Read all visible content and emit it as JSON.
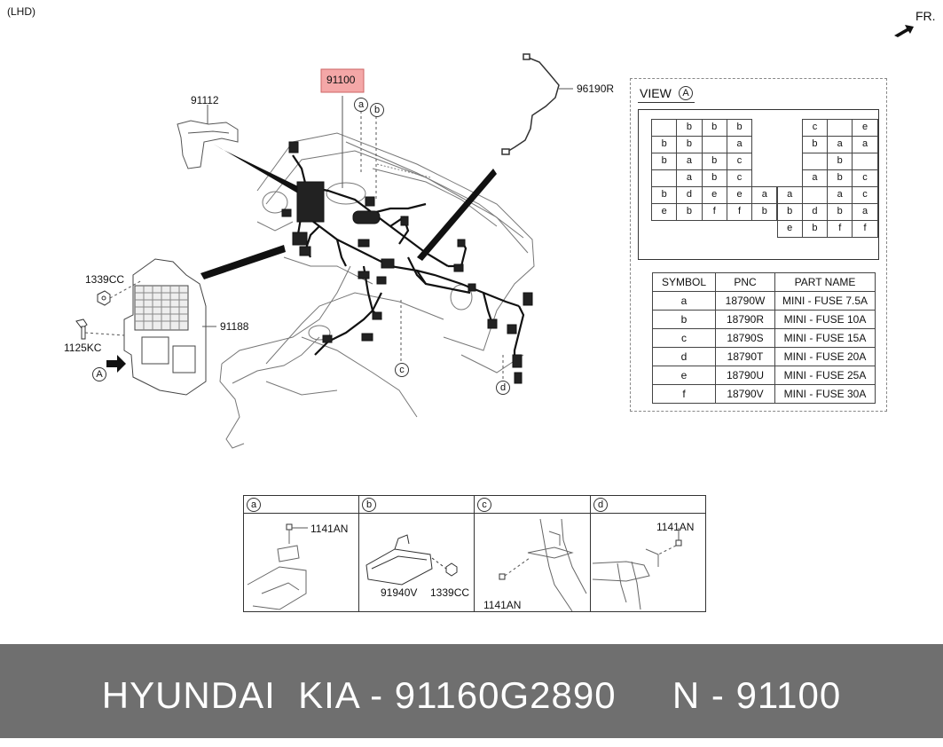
{
  "header": {
    "variant": "(LHD)",
    "front": "FR."
  },
  "labels": {
    "main_part": "91100",
    "bracket": "91112",
    "antenna": "96190R",
    "nut_top": "1339CC",
    "bolt": "1125KC",
    "junction_block": "91188",
    "view_marker": "A",
    "callout_a": "a",
    "callout_b": "b",
    "callout_c": "c",
    "callout_d": "d"
  },
  "view": {
    "title": "VIEW",
    "marker": "A",
    "fuse_grid": [
      [
        "",
        "b",
        "b",
        "b",
        "",
        "",
        "c",
        "",
        "e"
      ],
      [
        "b",
        "b",
        "",
        "a",
        "",
        "",
        "b",
        "a",
        "a"
      ],
      [
        "b",
        "a",
        "b",
        "c",
        "",
        "",
        "",
        "b",
        ""
      ],
      [
        "",
        "a",
        "b",
        "c",
        "",
        "",
        "a",
        "b",
        "c"
      ],
      [
        "b",
        "d",
        "e",
        "e",
        "a",
        "a",
        "",
        "a",
        "c"
      ],
      [
        "e",
        "b",
        "f",
        "f",
        "b",
        "b",
        "d",
        "b",
        "a"
      ],
      [
        "",
        "",
        "",
        "",
        "",
        "e",
        "b",
        "f",
        "f"
      ]
    ],
    "legend": {
      "headers": [
        "SYMBOL",
        "PNC",
        "PART NAME"
      ],
      "rows": [
        [
          "a",
          "18790W",
          "MINI - FUSE 7.5A"
        ],
        [
          "b",
          "18790R",
          "MINI - FUSE 10A"
        ],
        [
          "c",
          "18790S",
          "MINI - FUSE 15A"
        ],
        [
          "d",
          "18790T",
          "MINI - FUSE 20A"
        ],
        [
          "e",
          "18790U",
          "MINI - FUSE 25A"
        ],
        [
          "f",
          "18790V",
          "MINI - FUSE 30A"
        ]
      ]
    }
  },
  "details": [
    {
      "key": "a",
      "parts": [
        "1141AN"
      ]
    },
    {
      "key": "b",
      "parts": [
        "91940V",
        "1339CC"
      ]
    },
    {
      "key": "c",
      "parts": [
        "1141AN"
      ]
    },
    {
      "key": "d",
      "parts": [
        "1141AN"
      ]
    }
  ],
  "footer": {
    "text": "HYUNDAI  KIA - 91160G2890     N - 91100"
  },
  "colors": {
    "highlight": "#f4a7a7",
    "footer_bg": "#6f6f6f",
    "footer_text": "#ffffff"
  }
}
